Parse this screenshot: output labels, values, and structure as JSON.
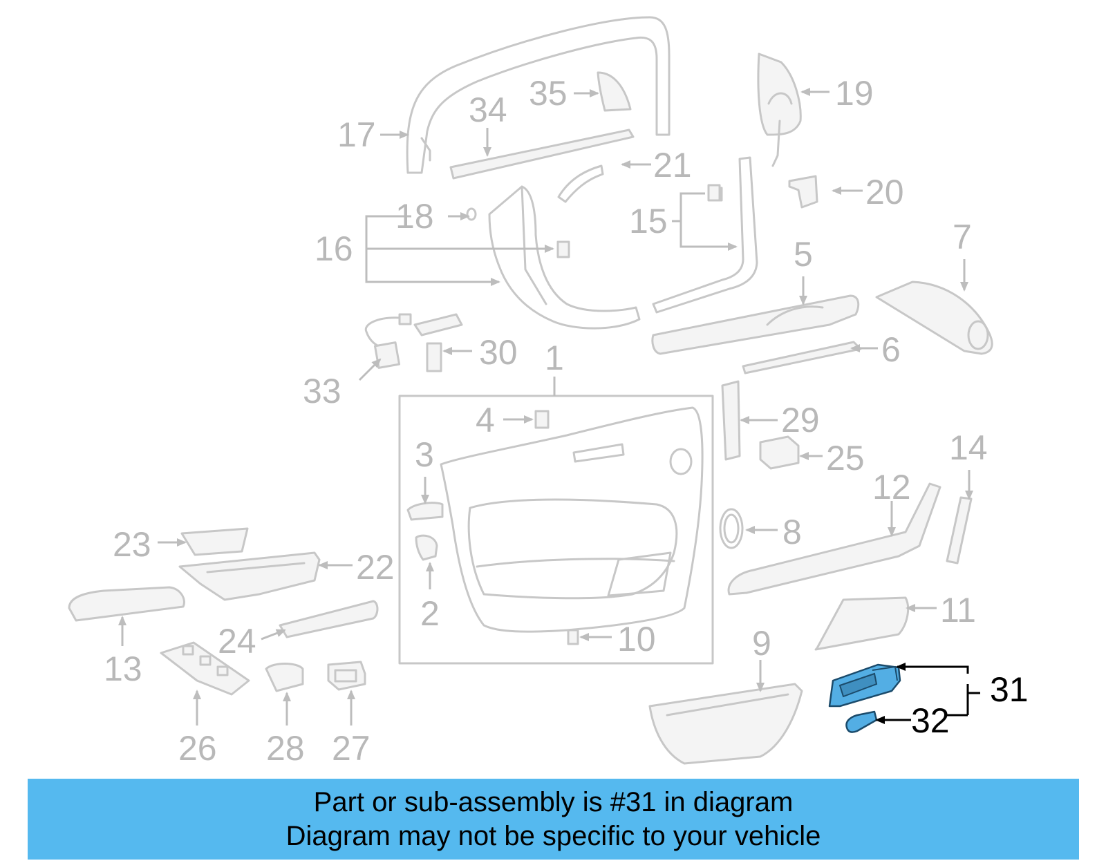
{
  "diagram": {
    "callouts": [
      "1",
      "2",
      "3",
      "4",
      "5",
      "6",
      "7",
      "8",
      "9",
      "10",
      "11",
      "12",
      "13",
      "14",
      "15",
      "16",
      "17",
      "18",
      "19",
      "20",
      "21",
      "22",
      "23",
      "24",
      "25",
      "26",
      "27",
      "28",
      "29",
      "30",
      "31",
      "32",
      "33",
      "34",
      "35"
    ],
    "highlight_color": "#53aee4",
    "highlighted_part": "31"
  },
  "banner": {
    "line1": "Part or sub-assembly is #31 in diagram",
    "line2": "Diagram may not be specific to your vehicle",
    "background": "#55b9ef"
  }
}
